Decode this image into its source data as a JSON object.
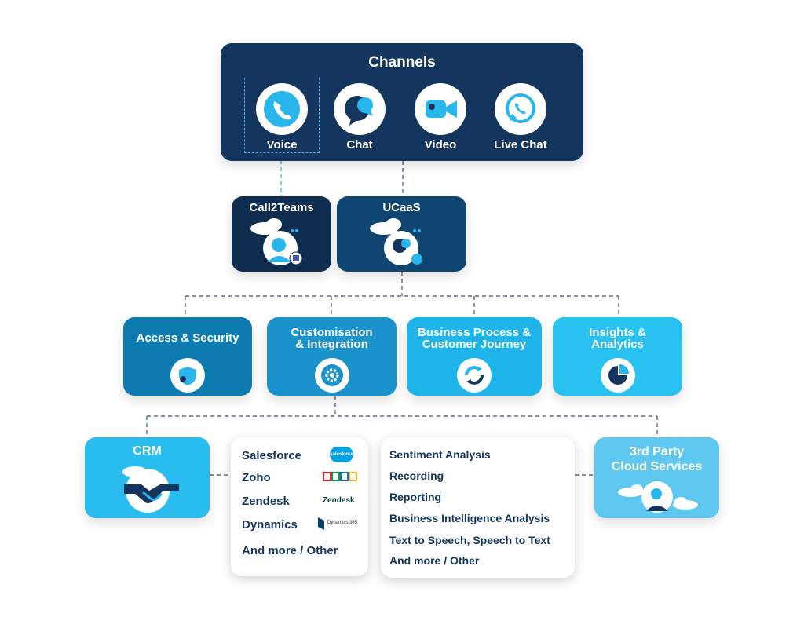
{
  "channels": {
    "title": "Channels",
    "items": [
      {
        "label": "Voice"
      },
      {
        "label": "Chat"
      },
      {
        "label": "Video"
      },
      {
        "label": "Live Chat"
      }
    ]
  },
  "platforms": {
    "call2teams": "Call2Teams",
    "ucaas": "UCaaS"
  },
  "capabilities": {
    "access": "Access & Security",
    "custom_line1": "Customisation",
    "custom_line2": "& Integration",
    "bproc_line1": "Business Process &",
    "bproc_line2": "Customer Journey",
    "insights_line1": "Insights &",
    "insights_line2": "Analytics"
  },
  "crm": {
    "title": "CRM",
    "items": [
      "Salesforce",
      "Zoho",
      "Zendesk",
      "Dynamics",
      "And more / Other"
    ],
    "logos": {
      "salesforce": "salesforce",
      "zendesk": "Zendesk",
      "dynamics": "Dynamics 365"
    }
  },
  "services": {
    "items": [
      "Sentiment Analysis",
      "Recording",
      "Reporting",
      "Business Intelligence Analysis",
      "Text to Speech, Speech to Text",
      "And more / Other"
    ]
  },
  "third_party": {
    "title_line1": "3rd Party",
    "title_line2": "Cloud Services"
  },
  "colors": {
    "navy": "#14365e",
    "accent": "#29b6ec",
    "connector": "#5a6f86"
  }
}
